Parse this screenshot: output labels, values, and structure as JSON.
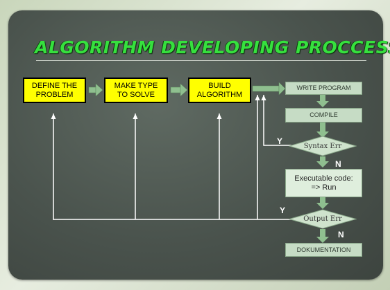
{
  "title": "ALGORITHM DEVELOPING PROCCESS",
  "yellow_boxes": [
    {
      "label": "DEFINE THE\nPROBLEM"
    },
    {
      "label": "MAKE TYPE\nTO SOLVE"
    },
    {
      "label": "BUILD\nALGORITHM"
    }
  ],
  "green_boxes": [
    {
      "label": "WRITE PROGRAM"
    },
    {
      "label": "COMPILE"
    },
    {
      "label": "Executable code:\n=> Run"
    },
    {
      "label": "DOKUMENTATION"
    }
  ],
  "decisions": [
    {
      "label": "Syntax Err",
      "yes": "Y",
      "no": "N"
    },
    {
      "label": "Output Err",
      "yes": "Y",
      "no": "N"
    }
  ],
  "colors": {
    "title": "#36e03e",
    "yellow_box": "#ffff00",
    "green_box": "#c6dcc5",
    "arrow": "#8fbf8f",
    "line": "#ffffff"
  }
}
